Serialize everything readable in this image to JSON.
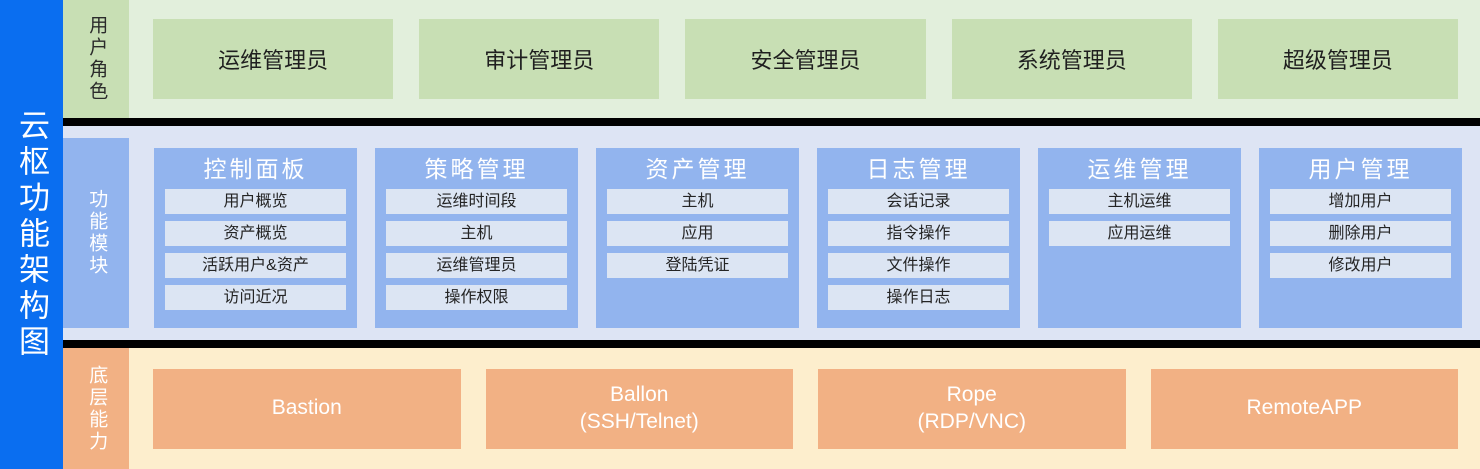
{
  "title": "云枢功能架构图",
  "rows": {
    "roles": {
      "label": "用户角色",
      "items": [
        {
          "label": "运维管理员"
        },
        {
          "label": "审计管理员"
        },
        {
          "label": "安全管理员"
        },
        {
          "label": "系统管理员"
        },
        {
          "label": "超级管理员"
        }
      ]
    },
    "modules": {
      "label": "功能模块",
      "cards": [
        {
          "title": "控制面板",
          "items": [
            "用户概览",
            "资产概览",
            "活跃用户&资产",
            "访问近况"
          ]
        },
        {
          "title": "策略管理",
          "items": [
            "运维时间段",
            "主机",
            "运维管理员",
            "操作权限"
          ]
        },
        {
          "title": "资产管理",
          "items": [
            "主机",
            "应用",
            "登陆凭证"
          ]
        },
        {
          "title": "日志管理",
          "items": [
            "会话记录",
            "指令操作",
            "文件操作",
            "操作日志"
          ]
        },
        {
          "title": "运维管理",
          "items": [
            "主机运维",
            "应用运维"
          ]
        },
        {
          "title": "用户管理",
          "items": [
            "增加用户",
            "删除用户",
            "修改用户"
          ]
        }
      ]
    },
    "base": {
      "label": "底层能力",
      "items": [
        {
          "label": "Bastion"
        },
        {
          "label": "Ballon\n(SSH/Telnet)"
        },
        {
          "label": "Rope\n(RDP/VNC)"
        },
        {
          "label": "RemoteAPP"
        }
      ]
    }
  },
  "colors": {
    "title_bar": "#0a6ef0",
    "roles_band": "#e2efdc",
    "roles_box": "#c8dfb4",
    "modules_band": "#dde4f4",
    "modules_card": "#92b4ee",
    "modules_item": "#dce5f3",
    "base_band": "#fdeecd",
    "base_box": "#f2b184",
    "divider": "#000000"
  }
}
